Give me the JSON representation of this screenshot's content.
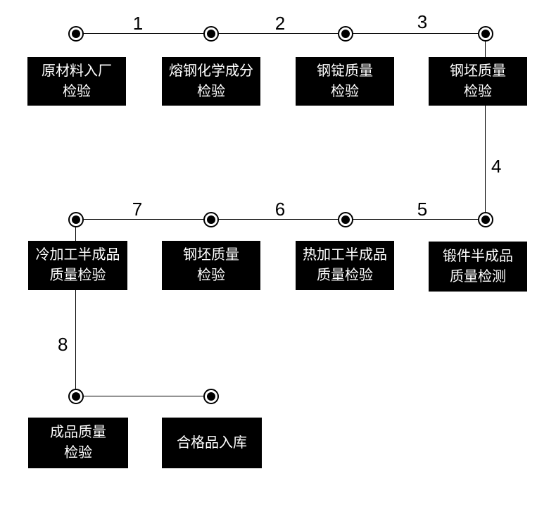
{
  "diagram": {
    "type": "process-flow",
    "colors": {
      "background": "#ffffff",
      "box_fill": "#000000",
      "box_text": "#ffffff",
      "line": "#000000",
      "node_outer_ring": "#000000",
      "node_inner_dot": "#000000",
      "node_gap": "#ffffff",
      "edge_number_text": "#000000"
    },
    "edge_labels": [
      "1",
      "2",
      "3",
      "4",
      "5",
      "6",
      "7",
      "8"
    ],
    "stations": [
      {
        "id": "raw-material-entry-inspection",
        "lines": [
          "原材料入厂",
          "检验"
        ]
      },
      {
        "id": "molten-steel-chemical-composition-inspection",
        "lines": [
          "熔钢化学成分",
          "检验"
        ]
      },
      {
        "id": "steel-ingot-quality-inspection",
        "lines": [
          "钢锭质量",
          "检验"
        ]
      },
      {
        "id": "steel-billet-quality-inspection-top",
        "lines": [
          "钢坯质量",
          "检验"
        ]
      },
      {
        "id": "cold-worked-semifinished-quality-inspection",
        "lines": [
          "冷加工半成品",
          "质量检验"
        ]
      },
      {
        "id": "steel-billet-quality-inspection-middle",
        "lines": [
          "钢坯质量",
          "检验"
        ]
      },
      {
        "id": "hot-worked-semifinished-quality-inspection",
        "lines": [
          "热加工半成品",
          "质量检验"
        ]
      },
      {
        "id": "forging-semifinished-quality-testing",
        "lines": [
          "锻件半成品",
          "质量检测"
        ]
      },
      {
        "id": "finished-product-quality-inspection",
        "lines": [
          "成品质量",
          "检验"
        ]
      },
      {
        "id": "qualified-product-warehousing",
        "lines": [
          "合格品入库"
        ]
      }
    ]
  }
}
